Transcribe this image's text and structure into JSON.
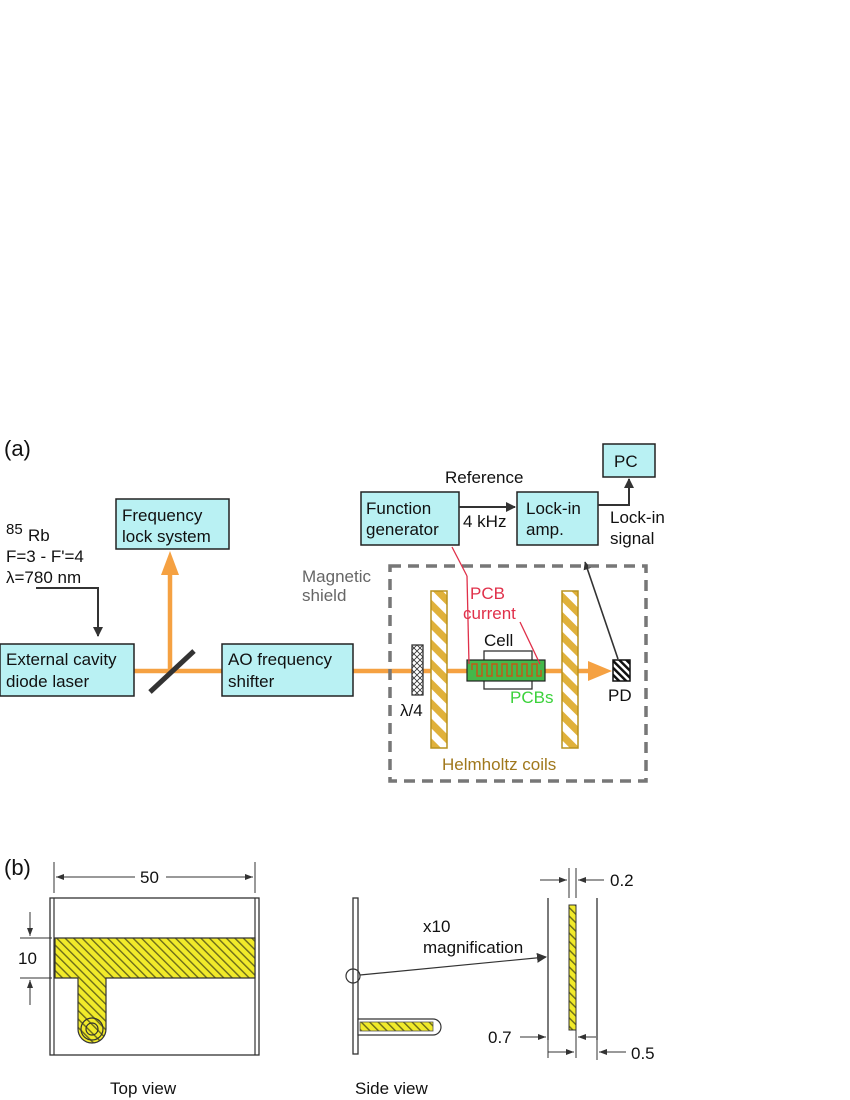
{
  "panel_a": {
    "label": "(a)",
    "atom_info": {
      "isotope_mass": "85",
      "element": "Rb",
      "transition": "F=3 - F'=4",
      "wavelength": "λ=780 nm"
    },
    "freq_lock": {
      "line1": "Frequency",
      "line2": "lock system"
    },
    "laser": {
      "line1": "External cavity",
      "line2": "diode laser"
    },
    "ao_shifter": {
      "line1": "AO frequency",
      "line2": "shifter"
    },
    "function_generator": {
      "line1": "Function",
      "line2": "generator"
    },
    "lockin_amp": {
      "line1": "Lock-in",
      "line2": "amp."
    },
    "pc": "PC",
    "reference_label": "Reference",
    "freq_label": "4 kHz",
    "lockin_signal": {
      "line1": "Lock-in",
      "line2": "signal"
    },
    "magnetic_shield": {
      "line1": "Magnetic",
      "line2": "shield"
    },
    "pcb_current": {
      "line1": "PCB",
      "line2": "current"
    },
    "cell_label": "Cell",
    "pcbs_label": "PCBs",
    "pd_label": "PD",
    "waveplate_label": "λ/4",
    "helmholtz_label": "Helmholtz coils",
    "colors": {
      "beam": "#f5a142",
      "box_fill": "#b9f1f3",
      "coil_gold": "#e0b13a",
      "pcb_red": "#e0304a",
      "pcbs_green": "#3bd23b",
      "helmholtz_text": "#a0781c"
    }
  },
  "panel_b": {
    "label": "(b)",
    "dim_width": "50",
    "dim_height": "10",
    "magnification": {
      "line1": "x10",
      "line2": "magnification"
    },
    "dim_02": "0.2",
    "dim_07": "0.7",
    "dim_05": "0.5",
    "top_view": "Top view",
    "side_view": "Side view"
  }
}
